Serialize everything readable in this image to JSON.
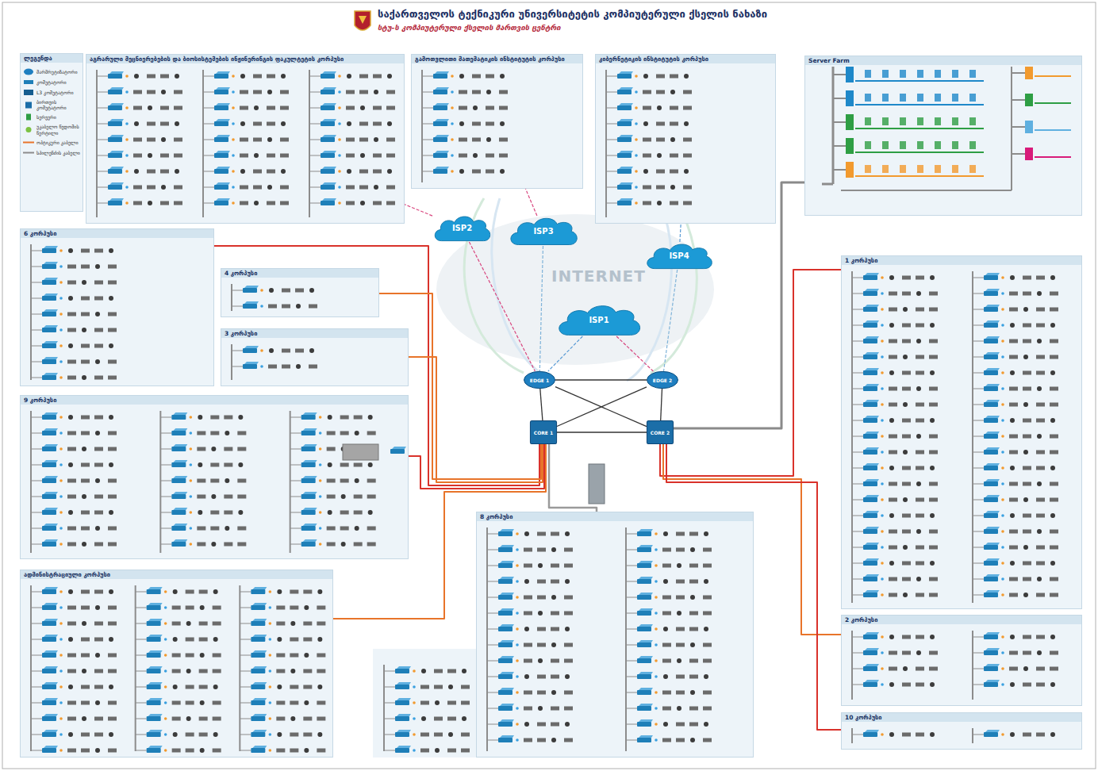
{
  "diagram": {
    "title": "საქართველოს ტექნიკური უნივერსიტეტის კომპიუტერული ქსელის ნახაზი",
    "nodes": [
      {
        "text": [
          "ლეგენდა"
        ]
      },
      {
        "text": [
          "აგრარული მეცნიერებების და ბიოსისტემების ინჟინერინგის ფაკულტეტის კორპუსი"
        ]
      },
      {
        "text": [
          "გამოთვლითი მათემატიკის ინსტიტუტის კორპუსი"
        ]
      },
      {
        "text": [
          "კიბერნეტიკის ინსტიტუტის კორპუსი"
        ]
      },
      {
        "text": [
          "Server Farm"
        ]
      },
      {
        "text": [
          "6 კორპუსი"
        ]
      },
      {
        "text": [
          "4 კორპუსი"
        ]
      },
      {
        "text": [
          "3 კორპუსი"
        ]
      },
      {
        "text": [
          "9 კორპუსი"
        ]
      },
      {
        "text": [
          "ადმინისტრაციული კორპუსი"
        ]
      },
      {
        "text": [
          "8 კორპუსი"
        ]
      },
      {
        "text": [
          "1 კორპუსი"
        ]
      },
      {
        "text": [
          "2 კორპუსი"
        ]
      },
      {
        "text": [
          "10 კორპუსი"
        ]
      },
      {
        "text": [
          "ISP2"
        ]
      },
      {
        "text": [
          "ISP3"
        ]
      },
      {
        "text": [
          "ISP4"
        ]
      },
      {
        "text": [
          "ISP1"
        ]
      },
      {
        "text": [
          "EDGE 1"
        ]
      },
      {
        "text": [
          "EDGE 2"
        ]
      },
      {
        "text": [
          "CORE 1"
        ]
      },
      {
        "text": [
          "CORE 2"
        ]
      }
    ],
    "edges": [
      {
        "from": 14,
        "to": 18,
        "arrow": "none"
      },
      {
        "from": 15,
        "to": 18,
        "arrow": "none"
      },
      {
        "from": 16,
        "to": 19,
        "arrow": "none"
      },
      {
        "from": 17,
        "to": 18,
        "arrow": "none"
      },
      {
        "from": 17,
        "to": 19,
        "arrow": "none"
      },
      {
        "from": 14,
        "to": 1,
        "arrow": "none"
      },
      {
        "from": 15,
        "to": 2,
        "arrow": "none"
      },
      {
        "from": 16,
        "to": 3,
        "arrow": "none"
      },
      {
        "from": 18,
        "to": 19,
        "arrow": "none"
      },
      {
        "from": 18,
        "to": 20,
        "arrow": "none"
      },
      {
        "from": 18,
        "to": 21,
        "arrow": "none"
      },
      {
        "from": 19,
        "to": 20,
        "arrow": "none"
      },
      {
        "from": 19,
        "to": 21,
        "arrow": "none"
      },
      {
        "from": 20,
        "to": 21,
        "arrow": "none"
      },
      {
        "from": 20,
        "to": 5,
        "arrow": "none"
      },
      {
        "from": 20,
        "to": 6,
        "arrow": "none"
      },
      {
        "from": 20,
        "to": 7,
        "arrow": "none"
      },
      {
        "from": 20,
        "to": 8,
        "arrow": "none"
      },
      {
        "from": 20,
        "to": 9,
        "arrow": "none"
      },
      {
        "from": 20,
        "to": 10,
        "arrow": "none"
      },
      {
        "from": 21,
        "to": 11,
        "arrow": "none"
      },
      {
        "from": 21,
        "to": 12,
        "arrow": "none"
      },
      {
        "from": 21,
        "to": 13,
        "arrow": "none"
      },
      {
        "from": 21,
        "to": 4,
        "arrow": "none"
      }
    ],
    "labels": [
      "სტუ-ს კომპიუტერული ქსელის მართვის ცენტრი",
      "INTERNET"
    ],
    "legend": [
      {
        "text": "მარშრუტიზატორი"
      },
      {
        "text": "კომუტატორი"
      },
      {
        "text": "L3 კომუტატორი"
      },
      {
        "text": "ბირთვის კომუტატორი"
      },
      {
        "text": "სერვერი"
      },
      {
        "text": "უკაბელო წვდომის წერტილი"
      },
      {
        "text": "ოპტიკური კაბელი"
      },
      {
        "text": "სპილენძის კაბელი"
      }
    ]
  }
}
